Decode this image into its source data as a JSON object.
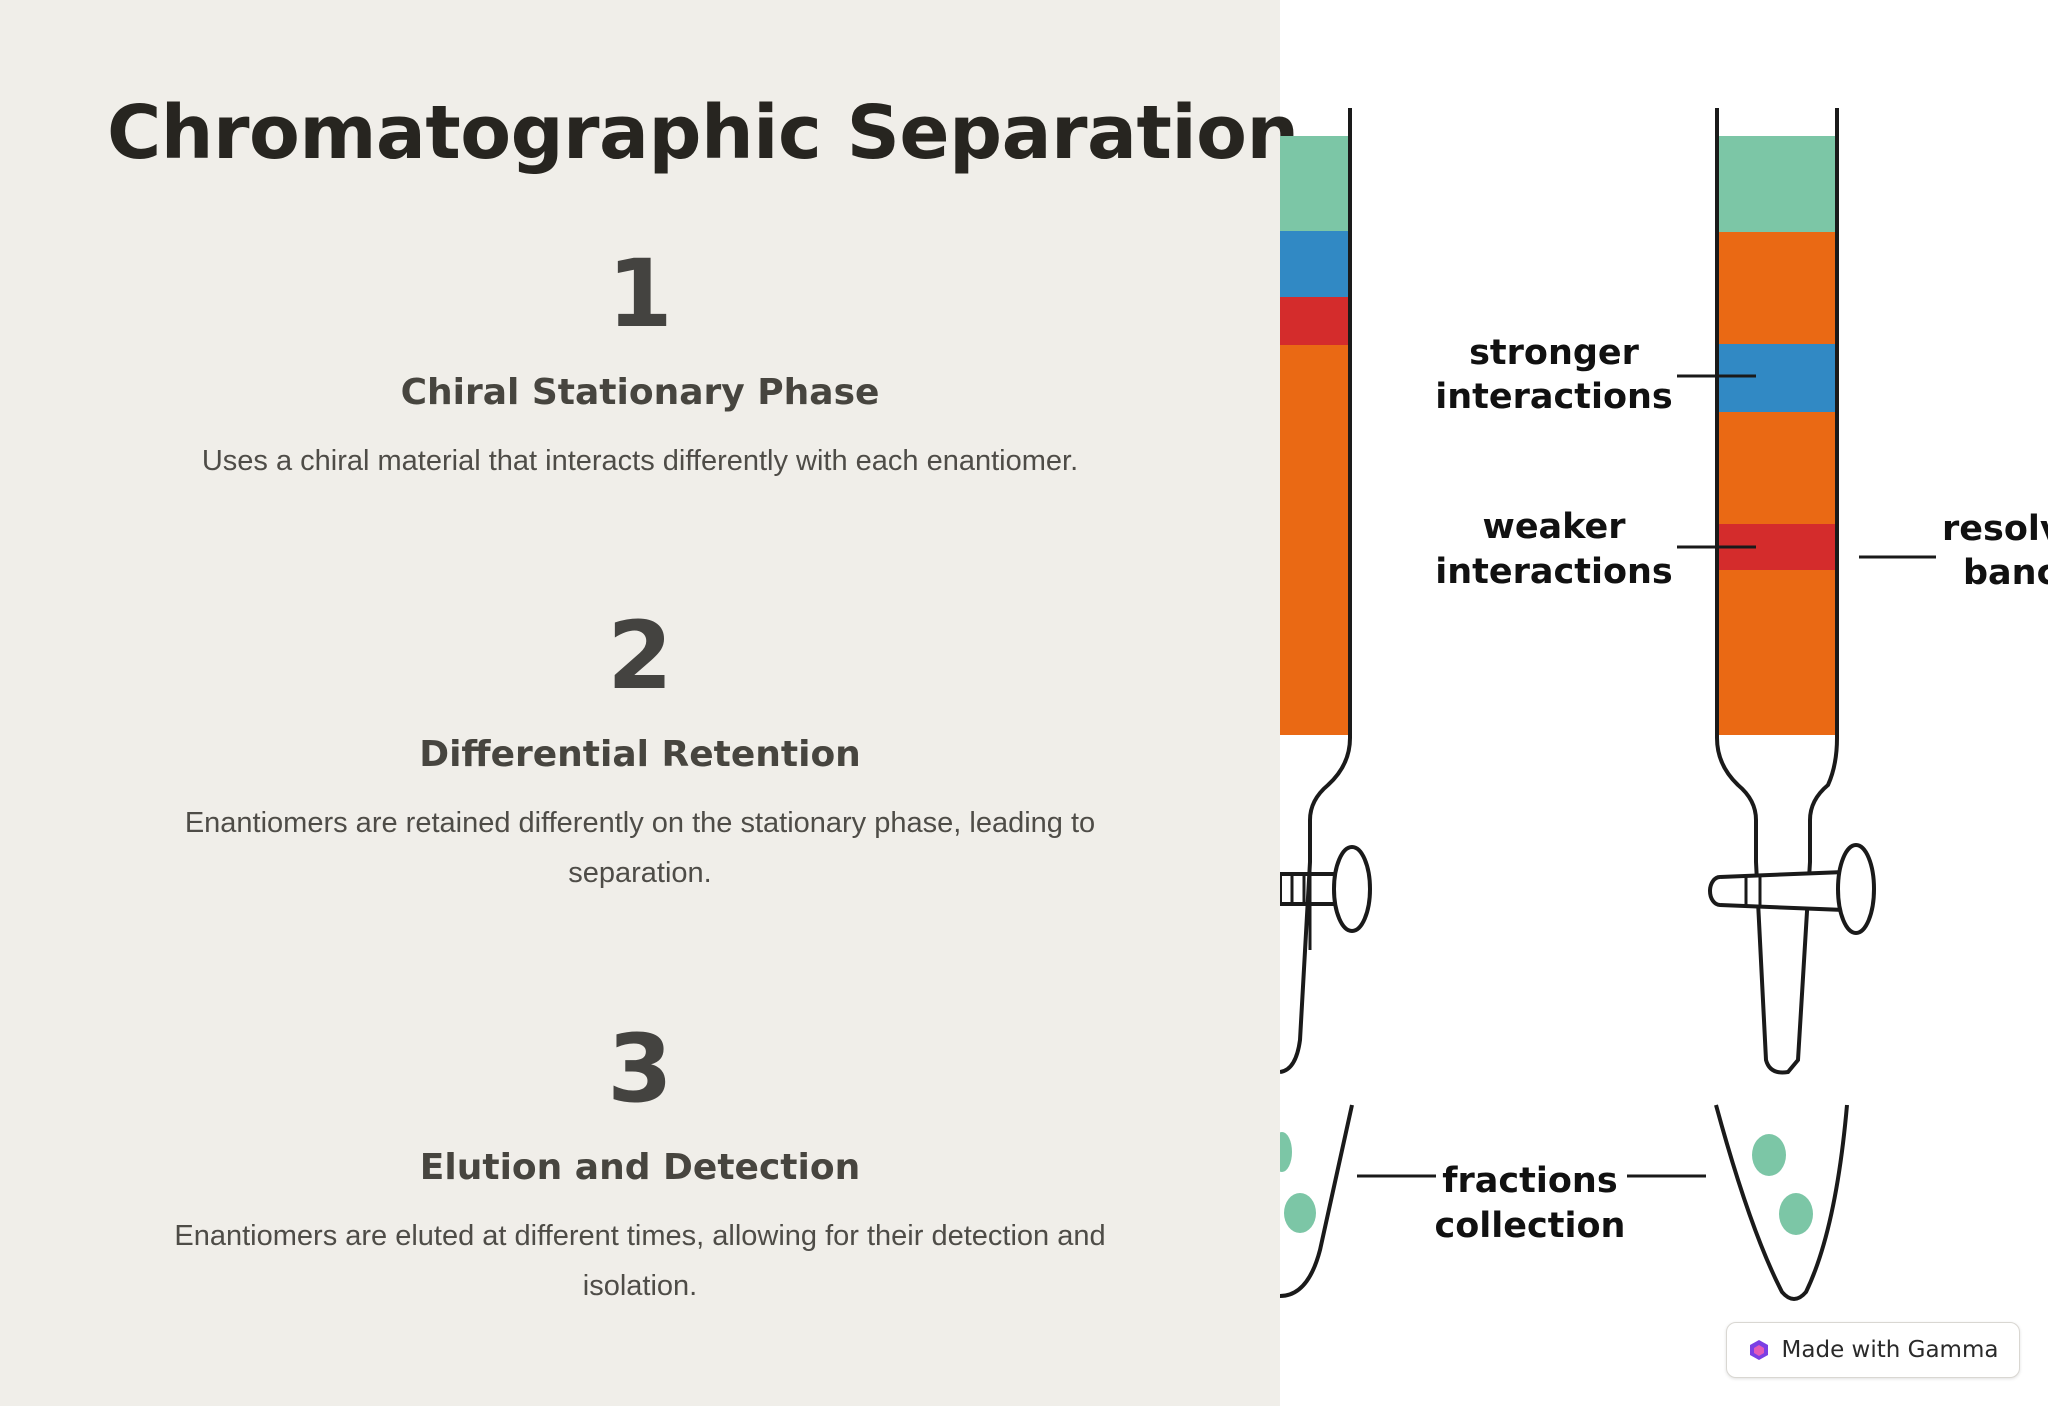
{
  "title": "Chromatographic Separation",
  "steps": [
    {
      "number": "1",
      "heading": "Chiral Stationary Phase",
      "body": "Uses a chiral material that interacts differently with each enantiomer."
    },
    {
      "number": "2",
      "heading": "Differential Retention",
      "body": "Enantiomers are retained differently on the stationary phase, leading to separation."
    },
    {
      "number": "3",
      "heading": "Elution and Detection",
      "body": "Enantiomers are eluted at different times, allowing for their detection and isolation."
    }
  ],
  "diagram": {
    "labels": {
      "stronger_1": "stronger",
      "stronger_2": "interactions",
      "weaker_1": "weaker",
      "weaker_2": "interactions",
      "resolved_1": "resolv",
      "resolved_2": "banc",
      "fractions_1": "fractions",
      "fractions_2": "collection"
    },
    "colors": {
      "teal": "#7cc6a6",
      "blue": "#3189c4",
      "red": "#d42c2c",
      "orange": "#ea6914",
      "outline": "#1a1a1a"
    }
  },
  "badge": {
    "label": "Made with Gamma"
  }
}
